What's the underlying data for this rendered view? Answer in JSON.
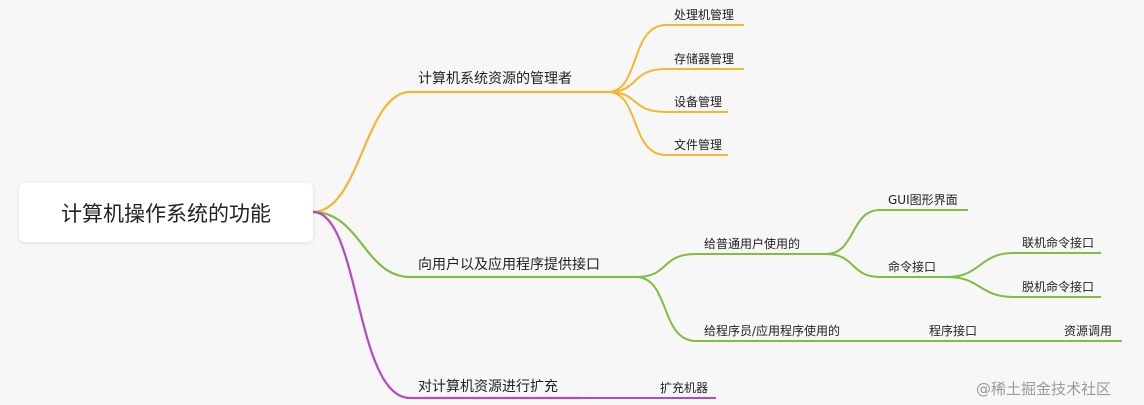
{
  "root": {
    "label": "计算机操作系统的功能"
  },
  "colors": {
    "branch1": "#f5b731",
    "branch2": "#80bd42",
    "branch3": "#b548c6"
  },
  "branch1": {
    "label": "计算机系统资源的管理者",
    "children": [
      "处理机管理",
      "存储器管理",
      "设备管理",
      "文件管理"
    ]
  },
  "branch2": {
    "label": "向用户以及应用程序提供接口",
    "user": {
      "label": "给普通用户使用的",
      "gui": "GUI图形界面",
      "cmd": {
        "label": "命令接口",
        "children": [
          "联机命令接口",
          "脱机命令接口"
        ]
      }
    },
    "program": {
      "label": "给程序员/应用程序使用的",
      "child": "程序接口",
      "grandchild": "资源调用"
    }
  },
  "branch3": {
    "label": "对计算机资源进行扩充",
    "child": "扩充机器"
  },
  "watermark": "@稀土掘金技术社区"
}
